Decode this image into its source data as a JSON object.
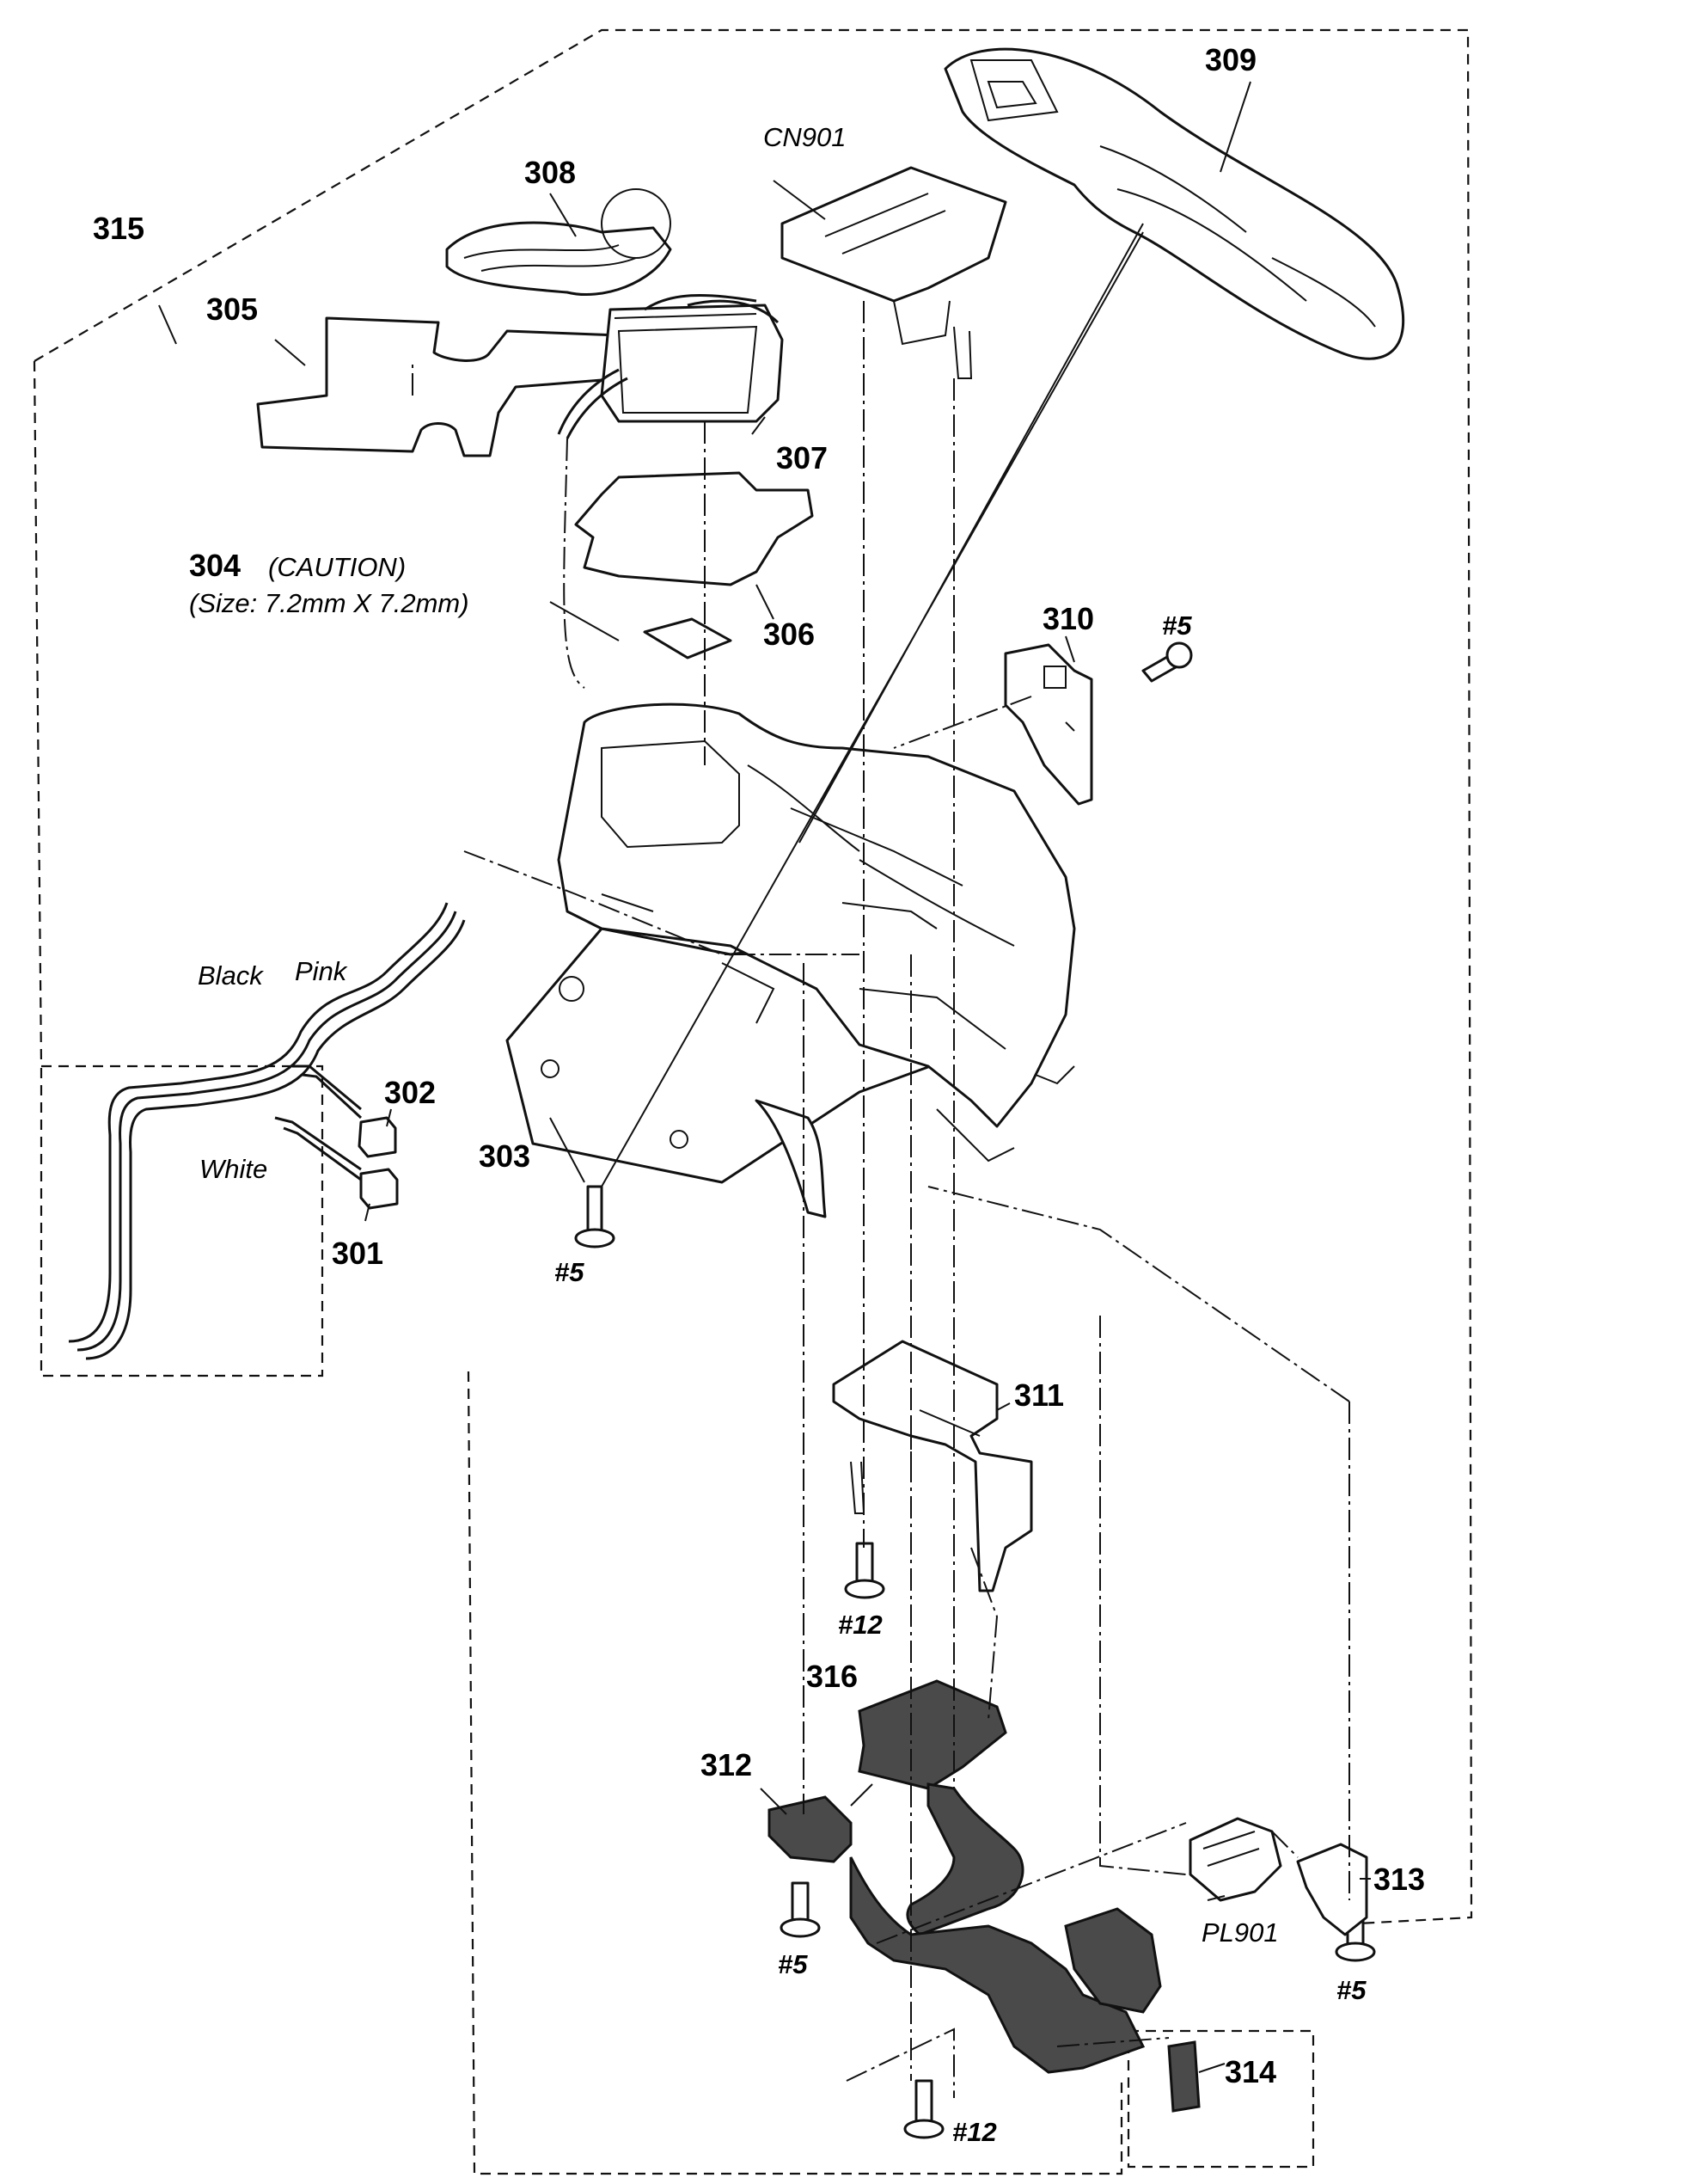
{
  "parts": {
    "p301": "301",
    "p302": "302",
    "p303": "303",
    "p304": "304",
    "p304_note": "(CAUTION)",
    "p304_size": "(Size: 7.2mm X 7.2mm)",
    "p305": "305",
    "p306": "306",
    "p307": "307",
    "p308": "308",
    "p309": "309",
    "p310": "310",
    "p311": "311",
    "p312": "312",
    "p313": "313",
    "p314": "314",
    "p315": "315",
    "p316": "316",
    "cn901": "CN901",
    "pl901": "PL901"
  },
  "wires": {
    "black": "Black",
    "pink": "Pink",
    "white": "White"
  },
  "screws": {
    "s5_top": "#5",
    "s5_left": "#5",
    "s12_mid": "#12",
    "s5_312": "#5",
    "s12_bottom": "#12",
    "s5_313": "#5"
  }
}
